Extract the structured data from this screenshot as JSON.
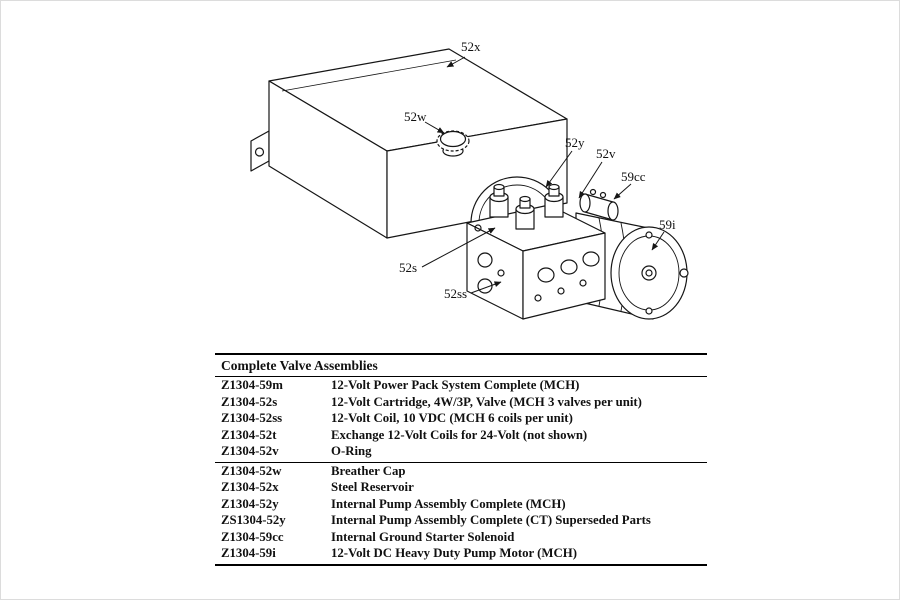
{
  "page": {
    "background": "#ffffff",
    "line_color": "#161616"
  },
  "diagram": {
    "description": "Exploded parts diagram of 12-volt hydraulic power pack: steel reservoir with breather cap, internal pump assembly, valve manifold with cartridge valves and coils, starter solenoid and DC pump motor",
    "callouts": {
      "c52x": "52x",
      "c52w": "52w",
      "c52y": "52y",
      "c52v": "52v",
      "c59cc": "59cc",
      "c59i": "59i",
      "c52s": "52s",
      "c52ss": "52ss"
    }
  },
  "table": {
    "title": "Complete Valve Assemblies",
    "rows": [
      {
        "part": "Z1304-59m",
        "desc": "12-Volt Power Pack System Complete (MCH)"
      },
      {
        "part": "Z1304-52s",
        "desc": "12-Volt Cartridge, 4W/3P, Valve (MCH 3 valves per unit)"
      },
      {
        "part": "Z1304-52ss",
        "desc": "12-Volt Coil, 10 VDC (MCH 6 coils per unit)"
      },
      {
        "part": "Z1304-52t",
        "desc": "Exchange 12-Volt Coils for 24-Volt (not shown)"
      },
      {
        "part": "Z1304-52v",
        "desc": "O-Ring"
      },
      {
        "part": "Z1304-52w",
        "desc": "Breather Cap"
      },
      {
        "part": "Z1304-52x",
        "desc": "Steel Reservoir"
      },
      {
        "part": "Z1304-52y",
        "desc": "Internal Pump Assembly Complete (MCH)"
      },
      {
        "part": "ZS1304-52y",
        "desc": "Internal Pump Assembly Complete (CT) Superseded Parts"
      },
      {
        "part": "Z1304-59cc",
        "desc": "Internal Ground Starter Solenoid"
      },
      {
        "part": "Z1304-59i",
        "desc": "12-Volt DC Heavy Duty Pump Motor (MCH)"
      }
    ]
  }
}
